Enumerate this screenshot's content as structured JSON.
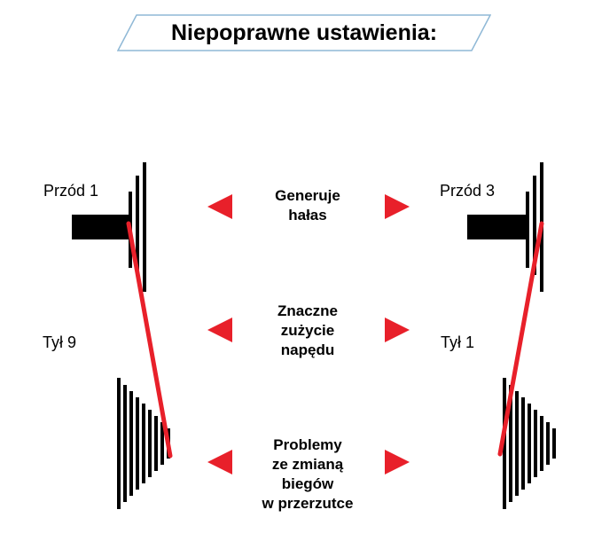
{
  "title": "Niepoprawne ustawienia:",
  "left": {
    "front_label": "Przód 1",
    "rear_label": "Tył 9"
  },
  "right": {
    "front_label": "Przód 3",
    "rear_label": "Tył 1"
  },
  "issues": [
    {
      "lines": [
        "Generuje",
        "hałas"
      ]
    },
    {
      "lines": [
        "Znaczne",
        "zużycie",
        "napędu"
      ]
    },
    {
      "lines": [
        "Problemy",
        "ze zmianą",
        "biegów",
        "w przerzutce"
      ]
    }
  ],
  "colors": {
    "chain": "#e8202a",
    "arrow": "#e8202a",
    "title_border": "#8fb8d6",
    "gear": "#000000"
  }
}
